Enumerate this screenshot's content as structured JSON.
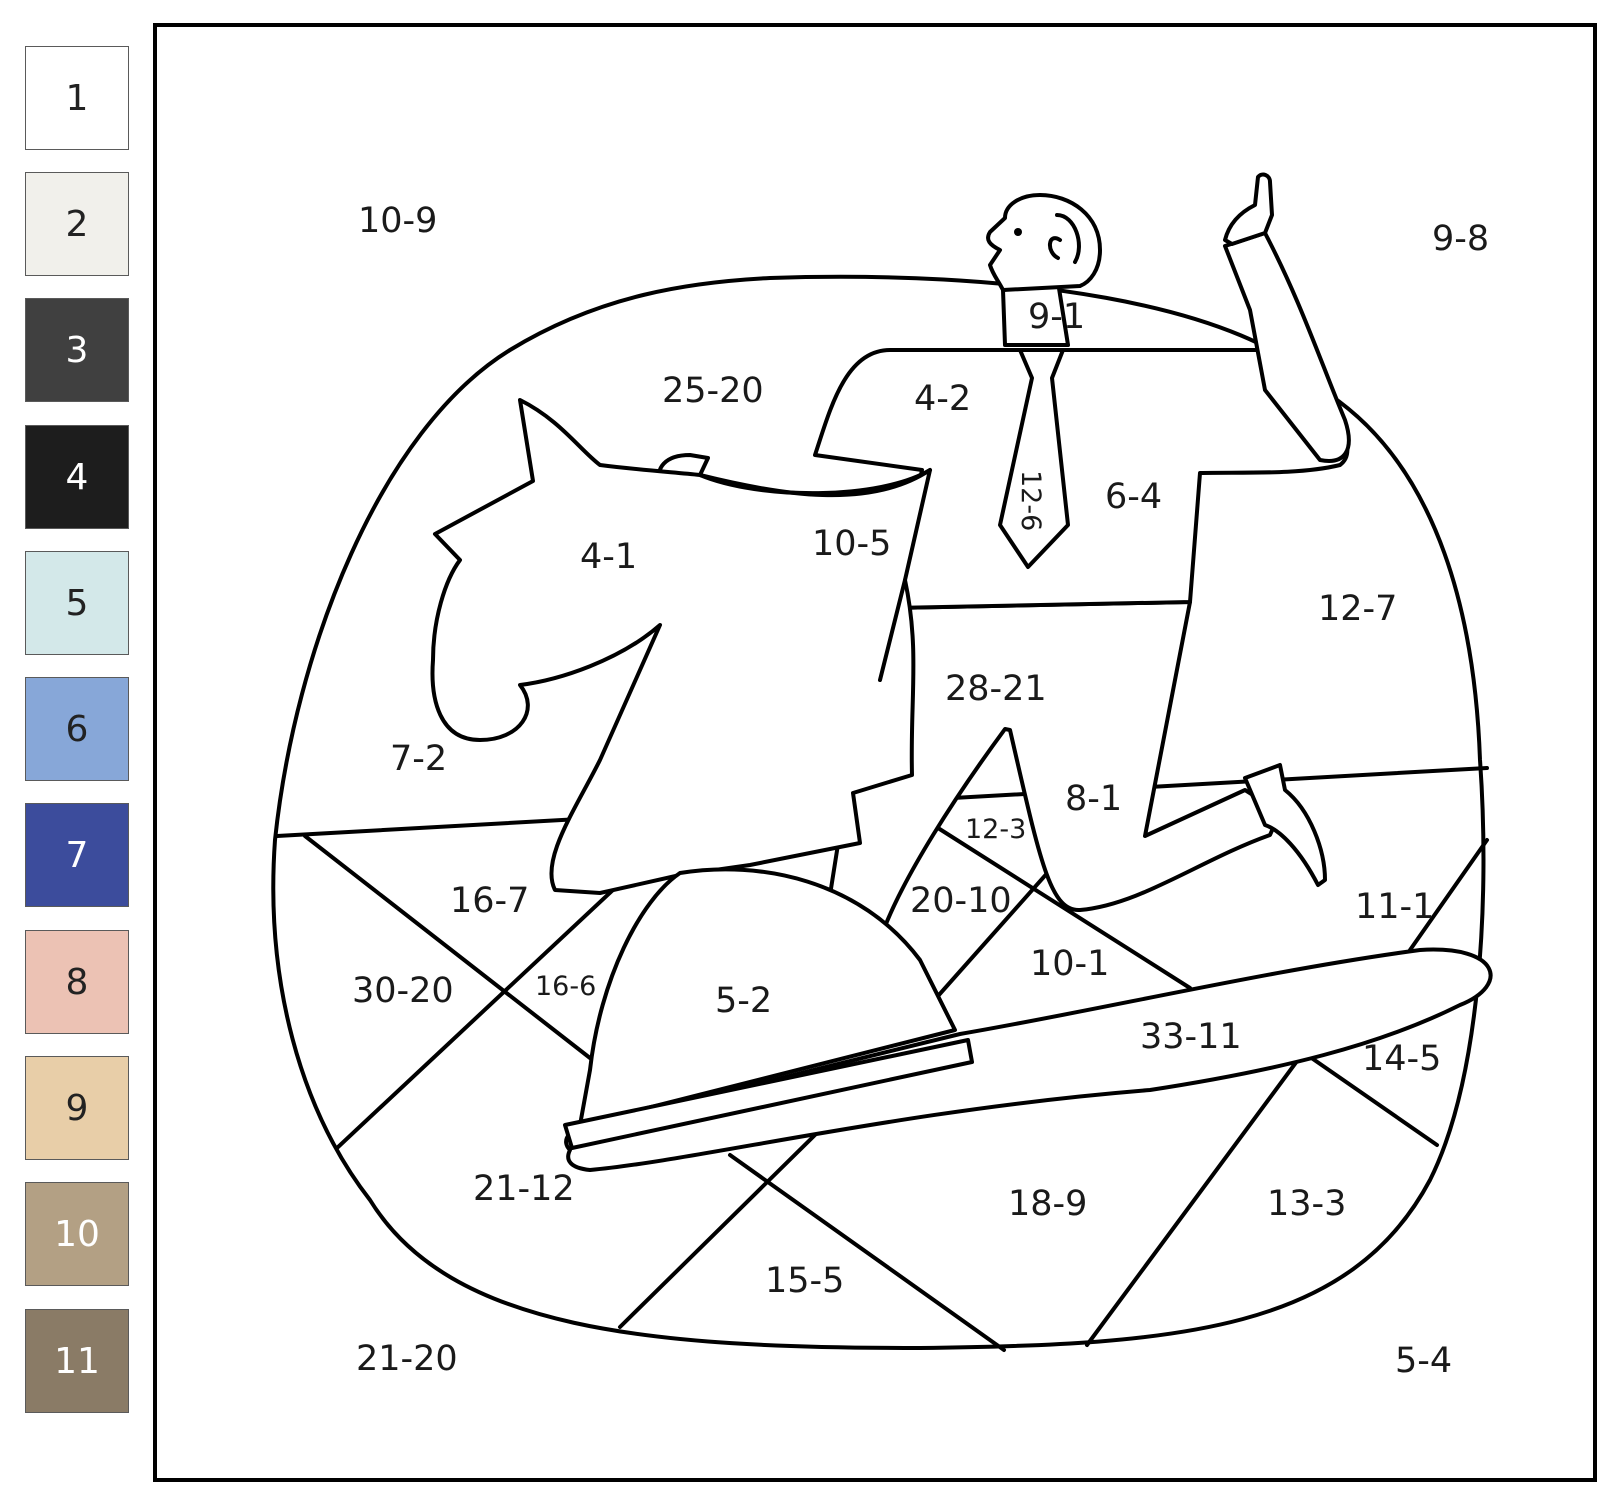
{
  "palette": {
    "swatches": [
      {
        "number": "1",
        "color": "#ffffff",
        "text_color": "#222222"
      },
      {
        "number": "2",
        "color": "#f1f0eb",
        "text_color": "#222222"
      },
      {
        "number": "3",
        "color": "#404040",
        "text_color": "#ffffff"
      },
      {
        "number": "4",
        "color": "#1d1d1d",
        "text_color": "#ffffff"
      },
      {
        "number": "5",
        "color": "#d3e8e9",
        "text_color": "#222222"
      },
      {
        "number": "6",
        "color": "#87a7d8",
        "text_color": "#222222"
      },
      {
        "number": "7",
        "color": "#3c4c9c",
        "text_color": "#ffffff"
      },
      {
        "number": "8",
        "color": "#ecc2b4",
        "text_color": "#222222"
      },
      {
        "number": "9",
        "color": "#e8cea8",
        "text_color": "#222222"
      },
      {
        "number": "10",
        "color": "#b3a084",
        "text_color": "#ffffff"
      },
      {
        "number": "11",
        "color": "#8a7b66",
        "text_color": "#ffffff"
      }
    ]
  },
  "regions": {
    "bg_top_left": "10-9",
    "bg_top_right": "9-8",
    "bg_bottom_left": "21-20",
    "bg_bottom_right": "5-4",
    "head": "9-1",
    "backdrop_top": "25-20",
    "shirt_left": "4-2",
    "tie": "12-6",
    "shirt_right": "6-4",
    "knight_head": "4-1",
    "knight_mane": "10-5",
    "backdrop_right": "12-7",
    "trousers": "28-21",
    "backdrop_left": "7-2",
    "trouser_leg": "8-1",
    "tile_small": "12-3",
    "floor_left": "16-7",
    "knight_sliver": "16-6",
    "floor_mid": "20-10",
    "floor_right": "11-1",
    "floor_far_left": "30-20",
    "knight_base": "5-2",
    "floor_center": "10-1",
    "board_plank": "33-11",
    "floor_right_low": "14-5",
    "floor_bottom_left": "21-12",
    "floor_bottom_mid": "18-9",
    "floor_bottom_right": "13-3",
    "floor_bottom": "15-5"
  }
}
